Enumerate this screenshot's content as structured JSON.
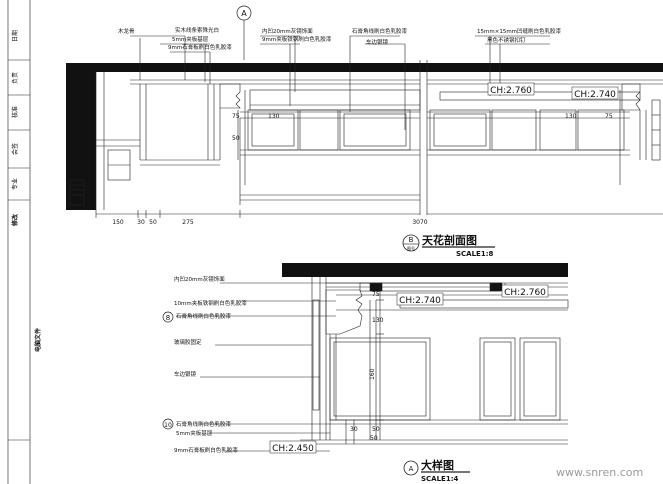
{
  "side_strip": {
    "labels": [
      "日期",
      "负责",
      "核准",
      "会签",
      "专业",
      "修改"
    ],
    "bottom": "电脑文件"
  },
  "section_b": {
    "title": "天花剖面图",
    "marker_letter": "B",
    "marker_sub": "图号",
    "scale": "SCALE1:8",
    "top_marker": "A",
    "annotations": [
      "木龙骨",
      "实木线条索殊光白",
      "5mm夹板基层",
      "9mm石膏板刷白色乳胶漆",
      "内凹20mm灰镜饰面",
      "9mm夹板铁钢刷白色乳胶漆",
      "石膏角线刷白色乳胶漆",
      "车边银镜",
      "15mm×15mm凹缝刷白色乳胶漆",
      "黑色不锈钢扣钉"
    ],
    "ch_labels": [
      "CH:2.760",
      "CH:2.740"
    ],
    "dims_bottom": [
      "150",
      "30",
      "50",
      "275",
      "3070"
    ],
    "dims_inner": [
      "75",
      "130",
      "75",
      "130",
      "50"
    ]
  },
  "detail": {
    "title": "大样图",
    "marker_letter": "A",
    "scale": "SCALE1:4",
    "callout_8": "8",
    "callout_10": "10",
    "annotations": [
      "内凹20mm灰镜饰面",
      "10mm夹板铁钢刷白色乳胶漆",
      "石膏角线刷白色乳胶漆",
      "玻璃胶固定",
      "车边银镜",
      "石膏角线刷白色乳胶漆",
      "5mm夹板基层",
      "9mm石膏板刷白色乳胶漆"
    ],
    "ch_labels": [
      "CH:2.740",
      "CH:2.760",
      "CH:2.450"
    ],
    "dims": [
      "75",
      "130",
      "160",
      "50",
      "30",
      "50"
    ]
  },
  "watermark": "www.snren.com"
}
